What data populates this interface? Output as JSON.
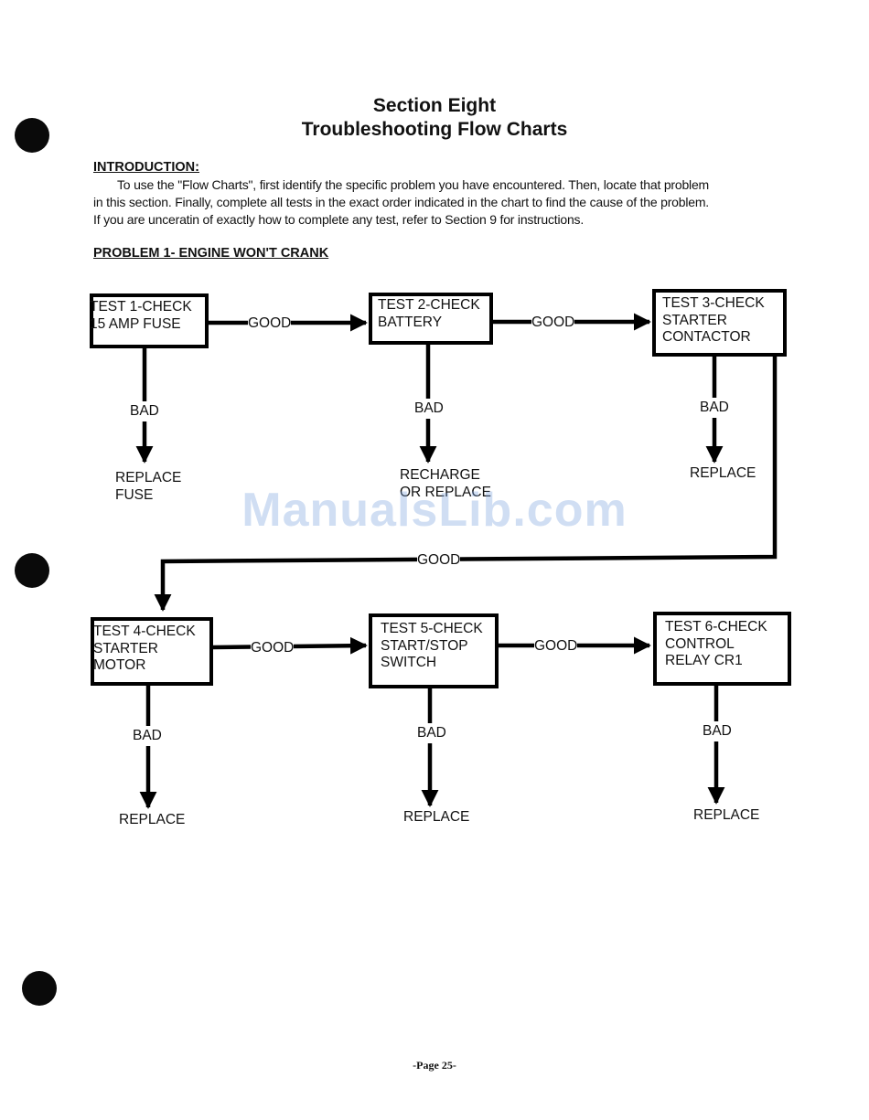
{
  "page": {
    "section": "Section Eight",
    "title": "Troubleshooting Flow Charts",
    "intro_heading": "INTRODUCTION:",
    "intro_lines": [
      "To use the \"Flow Charts\", first identify the specific problem you have encountered. Then, locate that problem",
      "in this section. Finally, complete all tests in the exact order indicated in the chart to find the cause of the problem.",
      "If you are unceratin of exactly how to complete any test, refer to Section 9 for instructions."
    ],
    "problem_heading": "PROBLEM 1- ENGINE WON'T CRANK",
    "page_number": "-Page 25-",
    "watermark": "ManualsLib.com"
  },
  "flow": {
    "tests": [
      {
        "label": "TEST 1-CHECK\n15 AMP FUSE"
      },
      {
        "label": "TEST 2-CHECK\nBATTERY"
      },
      {
        "label": "TEST 3-CHECK\nSTARTER\nCONTACTOR"
      },
      {
        "label": "TEST 4-CHECK\nSTARTER\nMOTOR"
      },
      {
        "label": "TEST 5-CHECK\nSTART/STOP\nSWITCH"
      },
      {
        "label": "TEST 6-CHECK\nCONTROL\nRELAY CR1"
      }
    ],
    "good_label": "GOOD",
    "bad_label": "BAD",
    "outcomes": [
      "REPLACE\nFUSE",
      "RECHARGE\nOR REPLACE",
      "REPLACE",
      "REPLACE",
      "REPLACE",
      "REPLACE"
    ]
  }
}
